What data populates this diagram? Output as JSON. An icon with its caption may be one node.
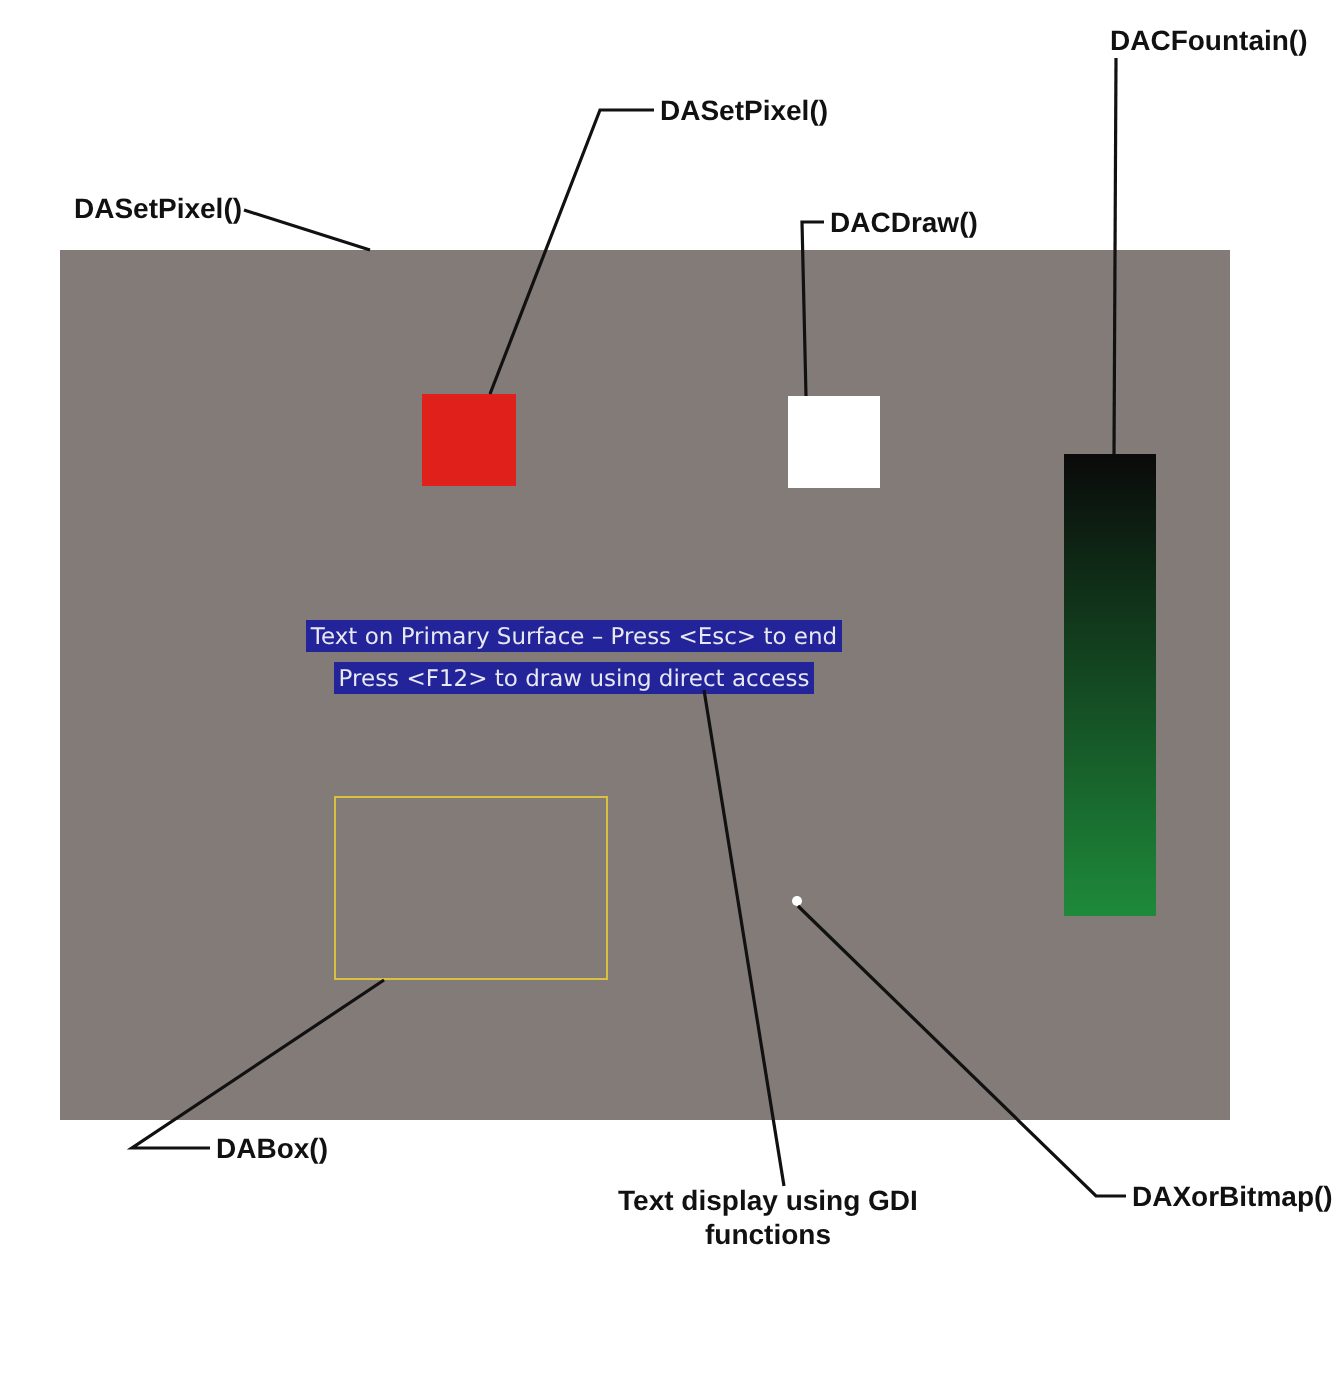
{
  "diagram": {
    "nodes": [
      {
        "text": [],
        "shape": "box"
      },
      {
        "text": [
          "DASetPixel()"
        ]
      },
      {
        "text": [
          "DASetPixel()"
        ]
      },
      {
        "text": [
          "DACDraw()"
        ]
      },
      {
        "text": [
          "DACFountain()"
        ]
      },
      {
        "text": [],
        "shape": "box",
        "in": 0
      },
      {
        "text": [],
        "shape": "box",
        "in": 0
      },
      {
        "text": [],
        "shape": "bar",
        "in": 0
      },
      {
        "text": [
          "Text on Primary Surface – Press <Esc> to end Press <F12> to draw using direct access"
        ],
        "in": 0
      },
      {
        "text": [],
        "shape": "box",
        "in": 0
      },
      {
        "text": [],
        "shape": "circle",
        "in": 0
      },
      {
        "text": [
          "DABox()"
        ]
      },
      {
        "text": [
          "Text display using GDI functions"
        ]
      },
      {
        "text": [
          "DAXorBitmap()"
        ]
      }
    ],
    "edges": [
      {
        "from": 1,
        "to": 0,
        "arrow": "none"
      },
      {
        "from": 2,
        "to": 5,
        "arrow": "none"
      },
      {
        "from": 3,
        "to": 6,
        "arrow": "none"
      },
      {
        "from": 4,
        "to": 7,
        "arrow": "none"
      },
      {
        "from": 11,
        "to": 9,
        "arrow": "none"
      },
      {
        "from": 12,
        "to": 8,
        "arrow": "none"
      },
      {
        "from": 13,
        "to": 10,
        "arrow": "none"
      }
    ]
  }
}
